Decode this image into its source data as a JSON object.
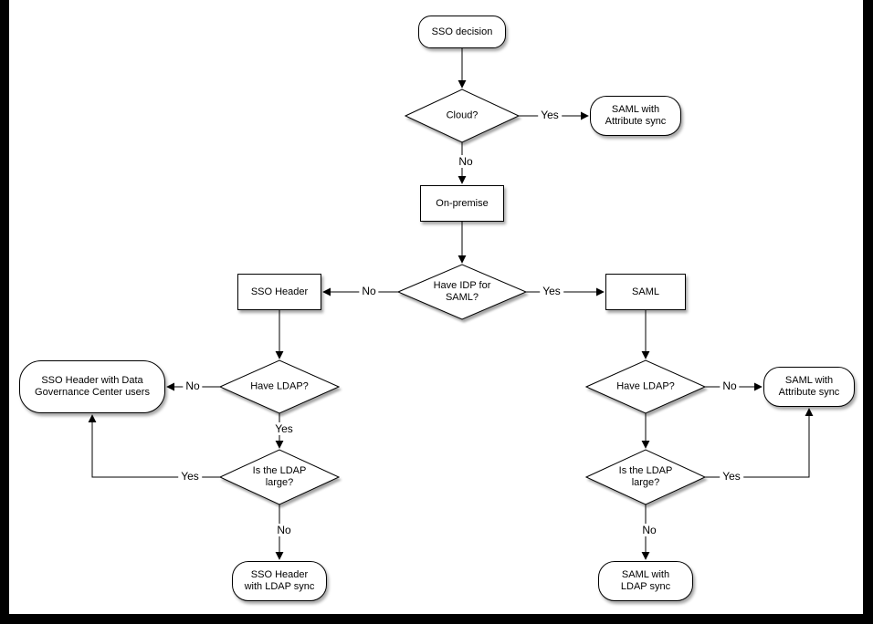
{
  "colors": {
    "background": "#000000",
    "canvas": "#ffffff",
    "stroke": "#000000"
  },
  "diagram": {
    "nodes": {
      "sso_decision": {
        "label": "SSO decision",
        "shape": "terminator"
      },
      "cloud": {
        "label": "Cloud?",
        "shape": "decision"
      },
      "saml_attr_sync_top": {
        "label": "SAML with\nAttribute sync",
        "shape": "terminator"
      },
      "on_premise": {
        "label": "On-premise",
        "shape": "process"
      },
      "have_idp": {
        "label": "Have IDP for\nSAML?",
        "shape": "decision"
      },
      "sso_header": {
        "label": "SSO Header",
        "shape": "process"
      },
      "saml": {
        "label": "SAML",
        "shape": "process"
      },
      "have_ldap_left": {
        "label": "Have LDAP?",
        "shape": "decision"
      },
      "sso_header_dgc": {
        "label": "SSO Header with Data\nGovernance Center users",
        "shape": "terminator"
      },
      "ldap_large_left": {
        "label": "Is the LDAP\nlarge?",
        "shape": "decision"
      },
      "sso_header_ldap_sync": {
        "label": "SSO Header\nwith LDAP sync",
        "shape": "terminator"
      },
      "have_ldap_right": {
        "label": "Have LDAP?",
        "shape": "decision"
      },
      "saml_attr_sync_right": {
        "label": "SAML with\nAttribute sync",
        "shape": "terminator"
      },
      "ldap_large_right": {
        "label": "Is the LDAP\nlarge?",
        "shape": "decision"
      },
      "saml_ldap_sync": {
        "label": "SAML with\nLDAP sync",
        "shape": "terminator"
      }
    },
    "edge_labels": {
      "cloud_yes": "Yes",
      "cloud_no": "No",
      "idp_no": "No",
      "idp_yes": "Yes",
      "ldap_left_no": "No",
      "ldap_left_yes": "Yes",
      "large_left_yes": "Yes",
      "large_left_no": "No",
      "ldap_right_no": "No",
      "large_right_yes": "Yes",
      "large_right_no": "No"
    }
  }
}
